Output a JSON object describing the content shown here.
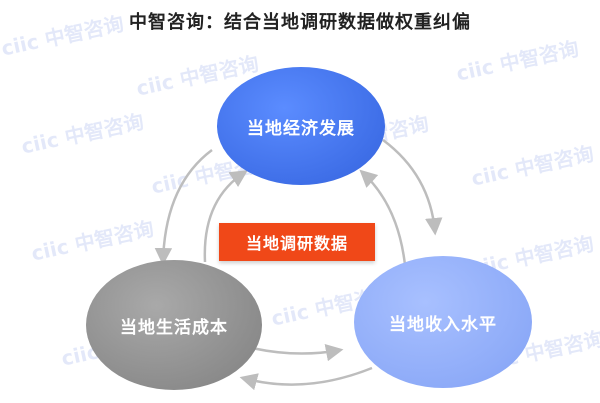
{
  "title": "中智咨询：结合当地调研数据做权重纠偏",
  "watermark": "ciic 中智咨询",
  "nodes": {
    "top": "当地经济发展",
    "left": "当地生活成本",
    "right": "当地收入水平"
  },
  "center": "当地调研数据",
  "colors": {
    "top_node": "#3f6fe8",
    "left_node": "#8c8c8c",
    "right_node": "#8eabf8",
    "center_box": "#f04818",
    "arrows": "#bdbdbd"
  }
}
